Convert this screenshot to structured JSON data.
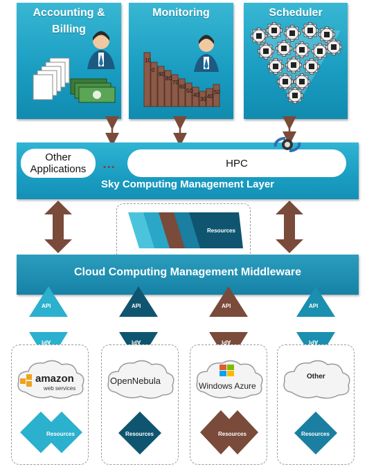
{
  "top_boxes": [
    {
      "title": "Accounting & Billing"
    },
    {
      "title": "Monitoring"
    },
    {
      "title": "Scheduler"
    }
  ],
  "monitoring_chart": {
    "bar_labels": [
      "10",
      "0",
      "90",
      "80",
      "70",
      "60",
      "50",
      "40",
      "30",
      "40",
      "50"
    ]
  },
  "sky_layer": {
    "title": "Sky Computing Management Layer",
    "other_apps": "Other Applications",
    "ellipsis": "...",
    "hpc": "HPC"
  },
  "resources_stack": {
    "label": "Resources"
  },
  "middleware": {
    "title": "Cloud Computing Management Middleware"
  },
  "api_label": "API",
  "providers": [
    {
      "name": "amazon",
      "sub": "web services",
      "resources": "Resources"
    },
    {
      "name": "OpenNebula",
      "resources": "Resources"
    },
    {
      "name": "Windows Azure",
      "resources": "Resources"
    },
    {
      "name": "Other",
      "resources": "Resources"
    }
  ],
  "colors": {
    "teal": "#1a9ec2",
    "dark_teal": "#0f5570",
    "brown": "#7a4a3a",
    "light_teal": "#2fb4d3"
  }
}
